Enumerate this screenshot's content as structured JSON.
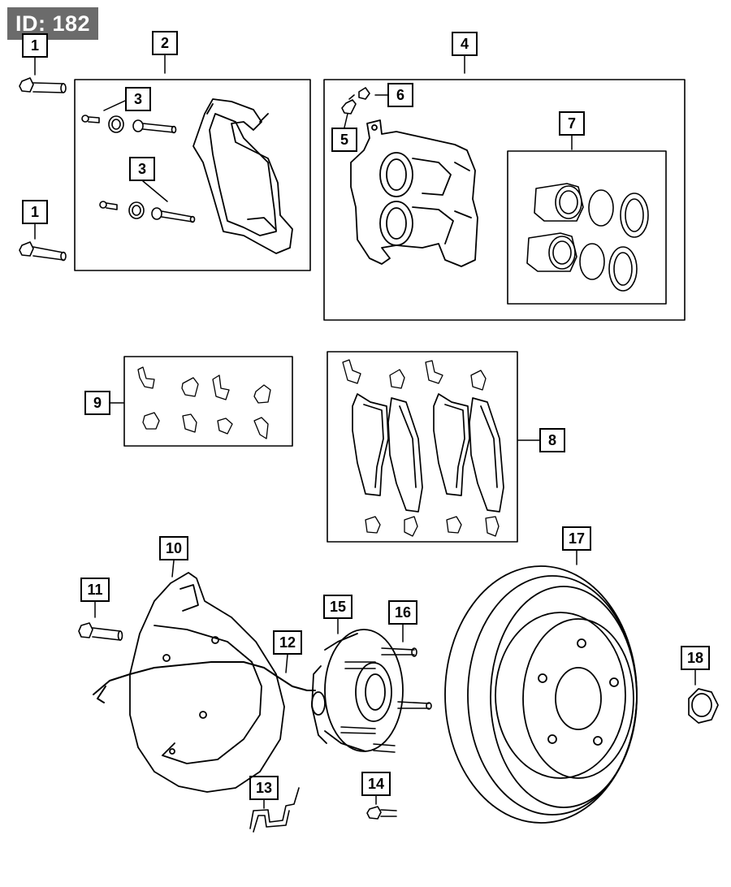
{
  "badge": {
    "id_label": "ID: 182"
  },
  "callouts": {
    "c1a": "1",
    "c1b": "1",
    "c2": "2",
    "c3a": "3",
    "c3b": "3",
    "c4": "4",
    "c5": "5",
    "c6": "6",
    "c7": "7",
    "c8": "8",
    "c9": "9",
    "c10": "10",
    "c11": "11",
    "c12": "12",
    "c13": "13",
    "c14": "14",
    "c15": "15",
    "c16": "16",
    "c17": "17",
    "c18": "18"
  }
}
